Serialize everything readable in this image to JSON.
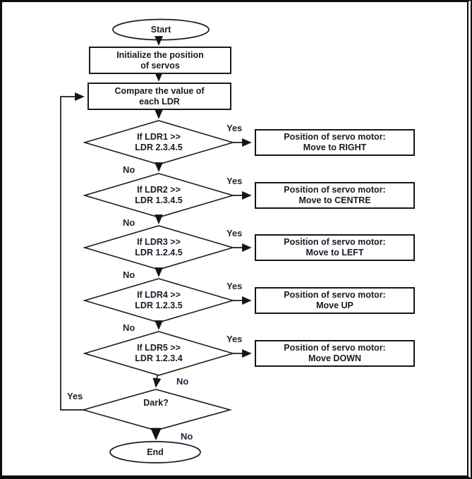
{
  "canvas": {
    "background": "#ffffff",
    "line_color": "#1b1b1b",
    "text_color": "#191b26"
  },
  "flowchart": {
    "start": {
      "label": "Start"
    },
    "process_steps": [
      {
        "line1": "Initialize the position",
        "line2": "of servos"
      },
      {
        "line1": "Compare the value of",
        "line2": "each LDR"
      }
    ],
    "decisions": [
      {
        "line1": "If LDR1 >>",
        "line2": "LDR 2.3.4.5",
        "yes_label": "Yes",
        "no_label": "No",
        "action_line1": "Position of servo motor:",
        "action_line2": "Move to RIGHT"
      },
      {
        "line1": "If LDR2 >>",
        "line2": "LDR 1.3.4.5",
        "yes_label": "Yes",
        "no_label": "No",
        "action_line1": "Position of servo motor:",
        "action_line2": "Move to CENTRE"
      },
      {
        "line1": "If LDR3 >>",
        "line2": "LDR 1.2.4.5",
        "yes_label": "Yes",
        "no_label": "No",
        "action_line1": "Position of servo motor:",
        "action_line2": "Move to LEFT"
      },
      {
        "line1": "If LDR4 >>",
        "line2": "LDR 1.2.3.5",
        "yes_label": "Yes",
        "no_label": "No",
        "action_line1": "Position of servo motor:",
        "action_line2": "Move UP"
      },
      {
        "line1": "If LDR5 >>",
        "line2": "LDR 1.2.3.4",
        "yes_label": "Yes",
        "no_label": "No",
        "action_line1": "Position of servo motor:",
        "action_line2": "Move DOWN"
      }
    ],
    "dark_decision": {
      "label": "Dark?",
      "yes_label": "Yes",
      "no_label": "No"
    },
    "end": {
      "label": "End"
    }
  }
}
